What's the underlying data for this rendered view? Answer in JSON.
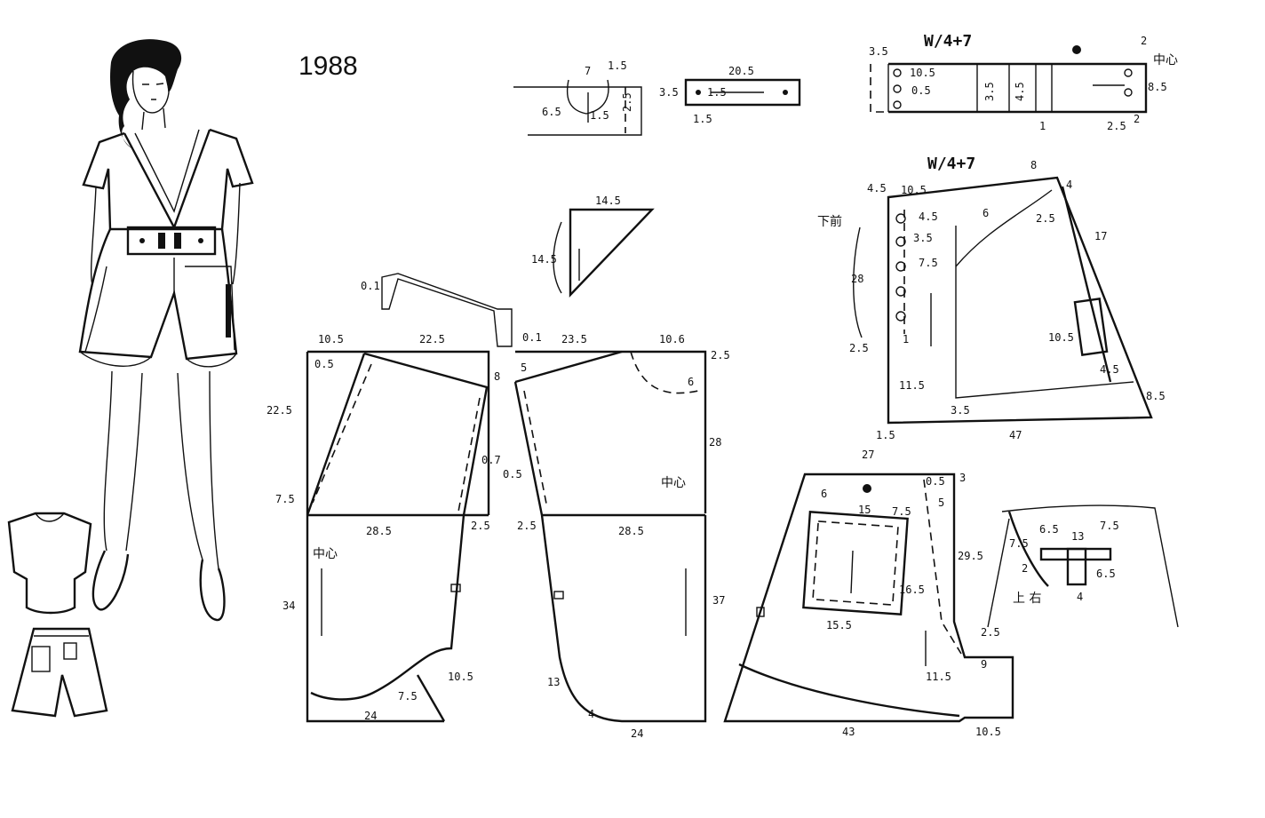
{
  "year": "1988",
  "labels": {
    "w4": "W/4+7",
    "center": "中心",
    "lower_front": "下前",
    "upper_right": "上 右",
    "pt_1_5": "1.5",
    "pt_7": "7",
    "pt_6_5": "6.5",
    "pt_2_5": "2.5",
    "pt_20_5": "20.5",
    "pt_3_5": "3.5",
    "pt_10_5": "10.5",
    "pt_0_5": "0.5",
    "pt_4_5": "4.5",
    "pt_1": "1",
    "pt_2": "2",
    "pt_8_5": "8.5",
    "pt_14_5": "14.5",
    "pt_0_1": "0.1",
    "pt_22_5": "22.5",
    "pt_23_5": "23.5",
    "pt_10_6": "10.6",
    "pt_8": "8",
    "pt_5": "5",
    "pt_6": "6",
    "pt_28": "28",
    "pt_0_7": "0.7",
    "pt_7_5": "7.5",
    "pt_28_5": "28.5",
    "pt_34": "34",
    "pt_37": "37",
    "pt_24": "24",
    "pt_13": "13",
    "pt_4": "4",
    "pt_27": "27",
    "pt_15": "15",
    "pt_29_5": "29.5",
    "pt_16_5": "16.5",
    "pt_15_5": "15.5",
    "pt_11_5": "11.5",
    "pt_9": "9",
    "pt_43": "43",
    "pt_47": "47",
    "pt_17": "17",
    "pt_3": "3"
  }
}
